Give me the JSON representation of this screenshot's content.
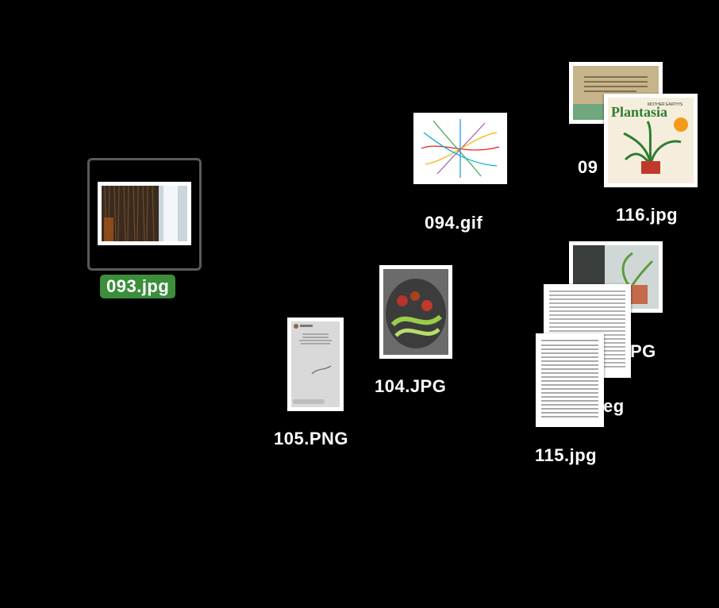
{
  "desktop": {
    "files": [
      {
        "name": "093.jpg",
        "selected": true,
        "thumb": "waterfall-roots-photo"
      },
      {
        "name": "094.gif",
        "selected": false,
        "thumb": "metro-map-image"
      },
      {
        "name": "116.jpg",
        "selected": false,
        "thumb": "plantasia-album-cover"
      },
      {
        "name": "09",
        "selected": false,
        "thumb": "cantina-poster-image"
      },
      {
        "name": "PG",
        "selected": false,
        "thumb": "potted-plant-photo"
      },
      {
        "name": "eg",
        "selected": false,
        "thumb": "text-article-page"
      },
      {
        "name": "115.jpg",
        "selected": false,
        "thumb": "text-article-page"
      },
      {
        "name": "104.JPG",
        "selected": false,
        "thumb": "compost-bowl-photo"
      },
      {
        "name": "105.PNG",
        "selected": false,
        "thumb": "phone-story-screenshot"
      }
    ],
    "plantasia": {
      "title": "Plantasia",
      "artist": "MOTHER EARTH'S"
    },
    "cantina": {
      "headline": "QUESTA CANTINA SALVA GLI ALBERI"
    }
  }
}
